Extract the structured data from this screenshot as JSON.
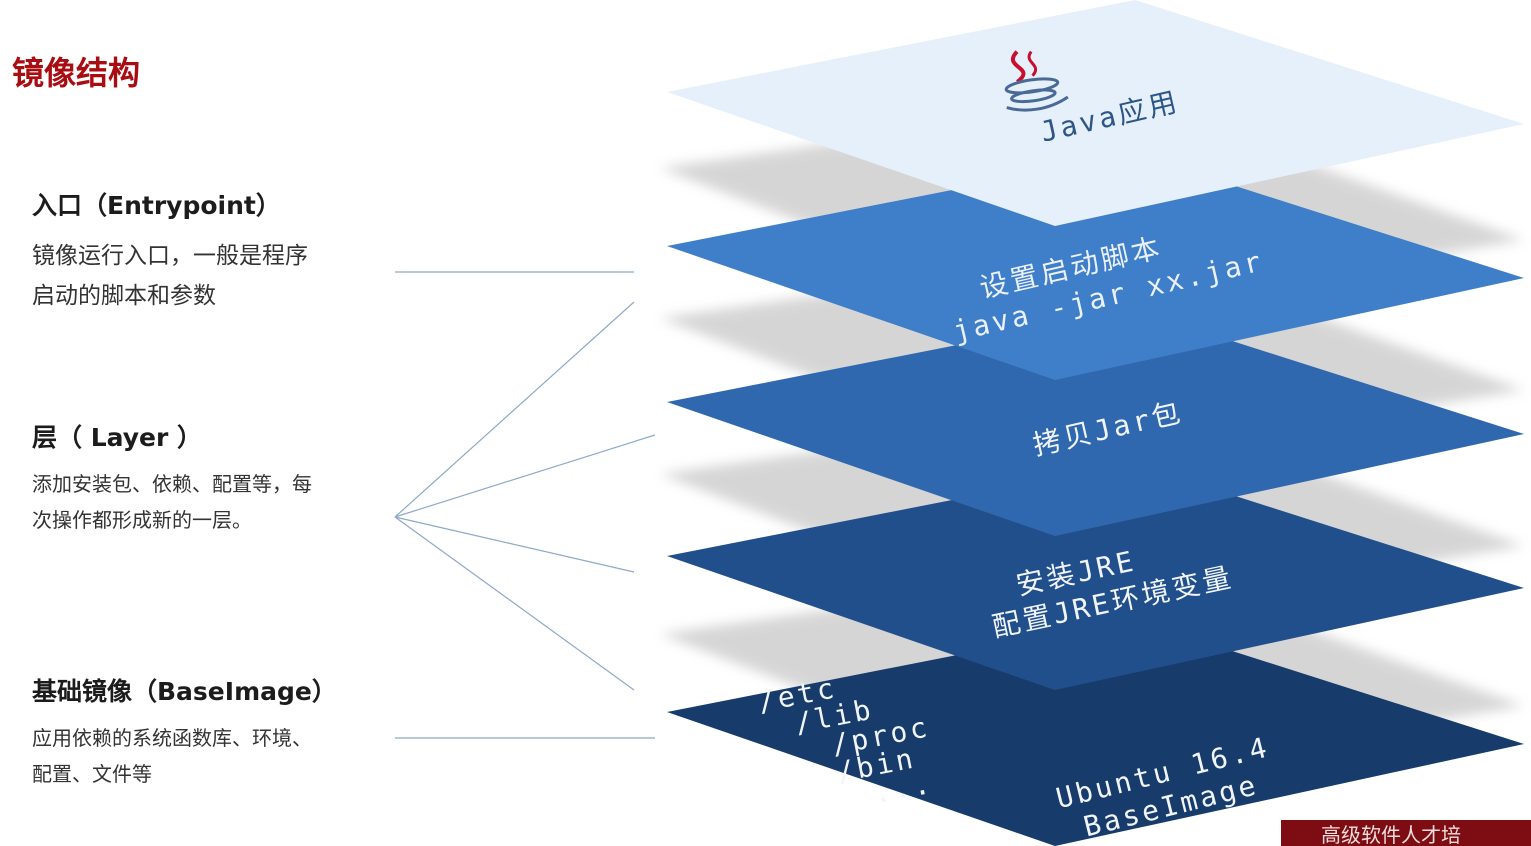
{
  "title": "镜像结构",
  "sections": {
    "entrypoint": {
      "heading": "入口（Entrypoint）",
      "description": "镜像运行入口，一般是程序\n启动的脚本和参数"
    },
    "layer": {
      "heading": "层（ Layer ）",
      "description": "添加安装包、依赖、配置等，每\n次操作都形成新的一层。"
    },
    "base": {
      "heading": "基础镜像（BaseImage）",
      "description": "应用依赖的系统函数库、环境、\n配置、文件等"
    }
  },
  "cards": {
    "java_app": "Java应用",
    "startup_1": "设置启动脚本",
    "startup_2": "java -jar xx.jar",
    "copy_jar": "拷贝Jar包",
    "jre_1": "安装JRE",
    "jre_2": "配置JRE环境变量",
    "base_dirs": [
      "/etc",
      "/lib",
      "/proc",
      "/bin",
      "..."
    ],
    "base_os": "Ubuntu 16.4",
    "base_name": "BaseImage"
  },
  "footer": "高级软件人才培",
  "colors": {
    "title": "#a80d12",
    "card_top": "#e6f0fb",
    "card_1": "#3f7ec8",
    "card_2": "#2f68ae",
    "card_3": "#214f8c",
    "card_4": "#173c6c"
  },
  "icons": [
    "java-icon"
  ]
}
